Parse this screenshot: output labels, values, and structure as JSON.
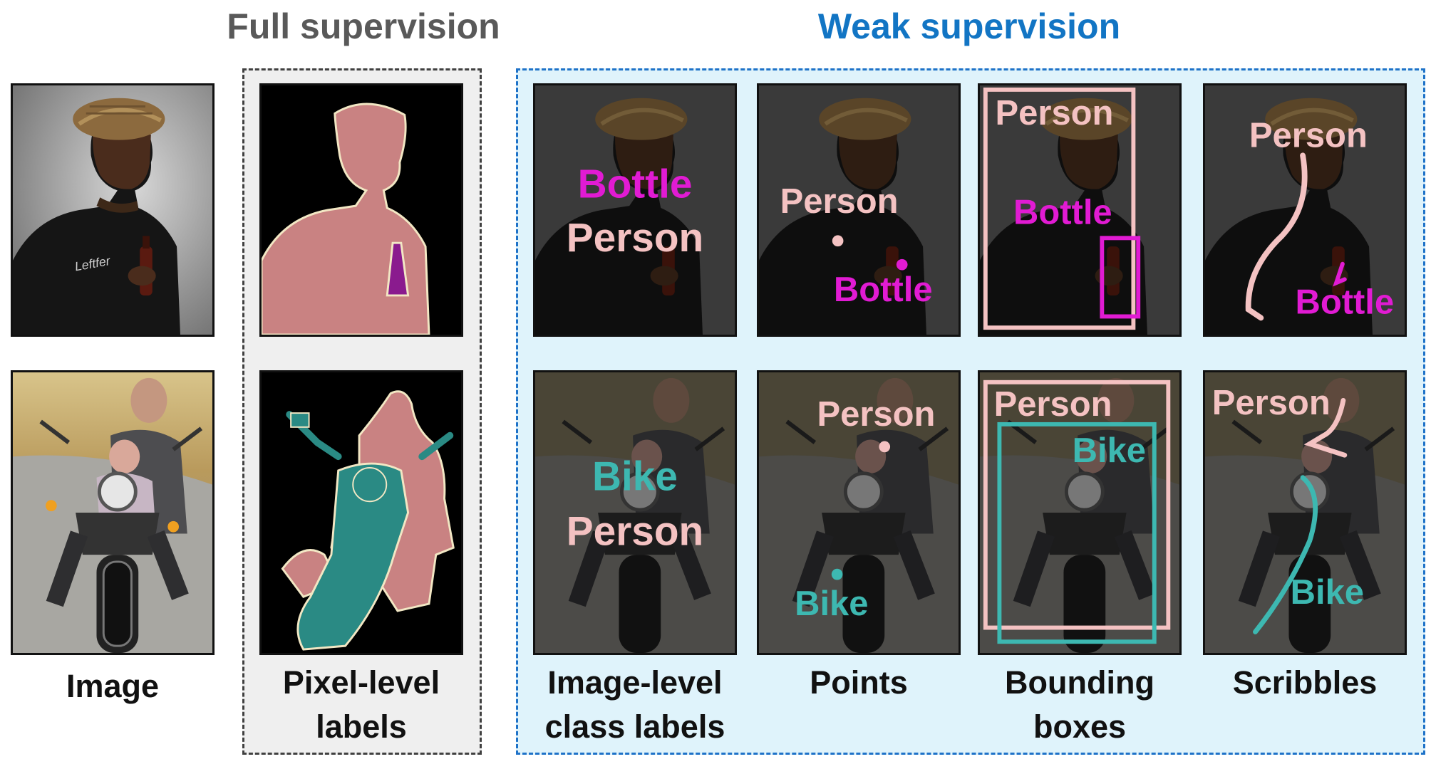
{
  "headings": {
    "full": "Full supervision",
    "weak": "Weak supervision"
  },
  "captions": {
    "image": "Image",
    "pixel": "Pixel-level\nlabels",
    "image_level": "Image-level\nclass labels",
    "points": "Points",
    "boxes": "Bounding\nboxes",
    "scribbles": "Scribbles"
  },
  "labels": {
    "person": "Person",
    "bottle": "Bottle",
    "bike": "Bike"
  },
  "colors": {
    "person": "#f4c2c2",
    "bottle": "#e11bd3",
    "bike": "#3db8b1",
    "seg_person": "#c98282",
    "seg_bottle": "#8a1b8e",
    "seg_bike": "#2a8a84",
    "full_heading": "#595959",
    "weak_heading": "#1275c4"
  }
}
